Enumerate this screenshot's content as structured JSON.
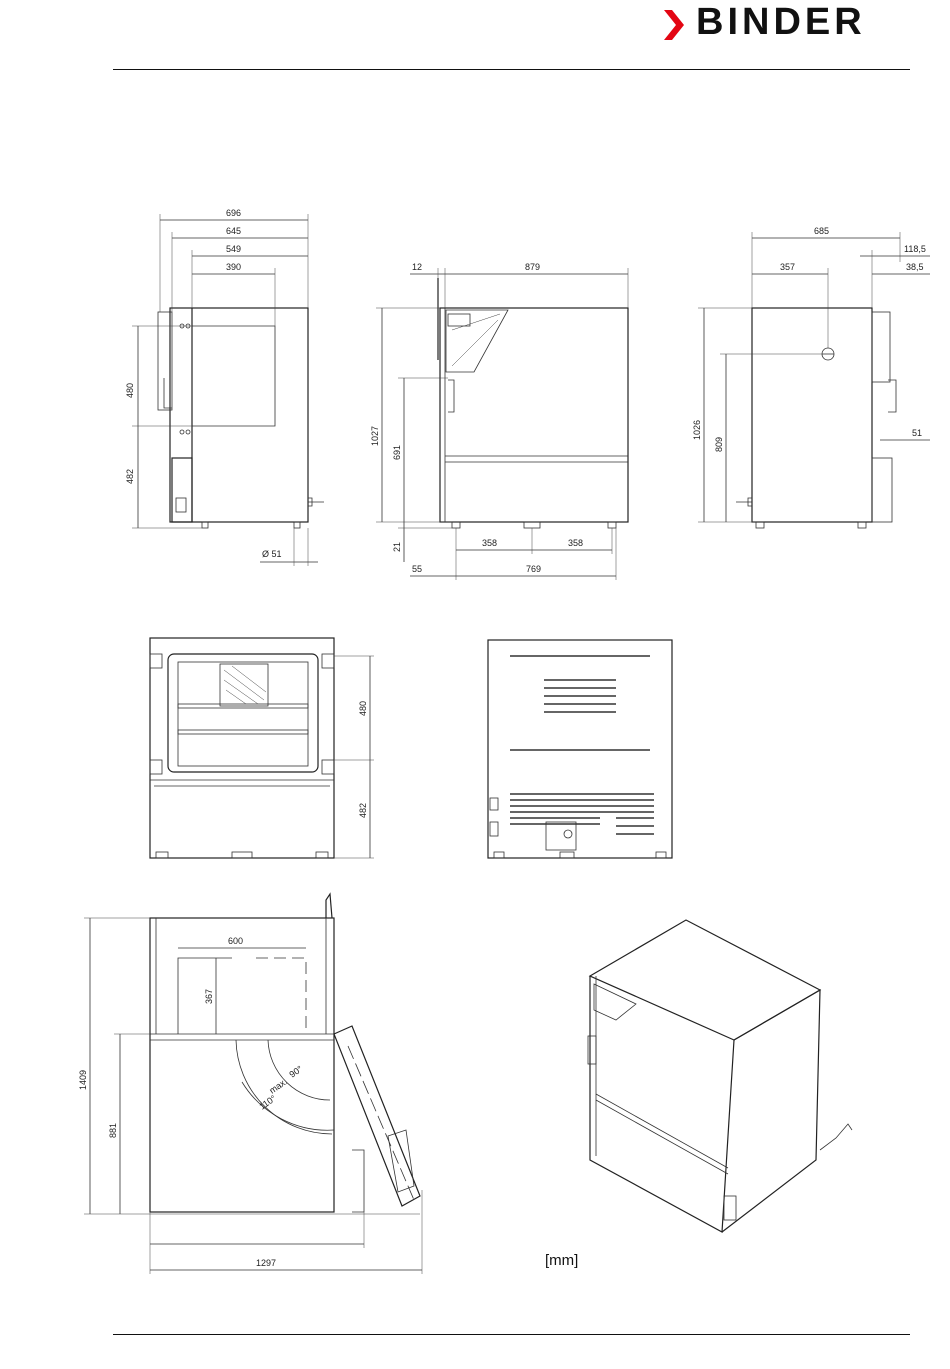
{
  "header": {
    "brand": "BINDER",
    "brand_color": "#e30613",
    "logo_icon": "chevron-arrow-icon"
  },
  "unit_label": "[mm]",
  "views": {
    "front": {
      "widths": [
        "696",
        "645",
        "549",
        "390"
      ],
      "heights": [
        "480",
        "482"
      ],
      "foot_label": "Ø  51"
    },
    "side": {
      "top": [
        "12",
        "879"
      ],
      "heights": [
        "1027",
        "691",
        "21"
      ],
      "bottom": [
        "358",
        "358",
        "55",
        "769"
      ]
    },
    "rear": {
      "widths": [
        "685",
        "118,5",
        "357",
        "38,5",
        "51"
      ],
      "heights": [
        "1026",
        "809"
      ]
    },
    "open_front": {
      "heights": [
        "480",
        "482"
      ]
    },
    "top_view": {
      "inner": [
        "600",
        "367"
      ],
      "heights": [
        "1409",
        "881"
      ],
      "width": "1297",
      "angles": [
        "90°",
        "max.",
        "110°"
      ]
    }
  }
}
